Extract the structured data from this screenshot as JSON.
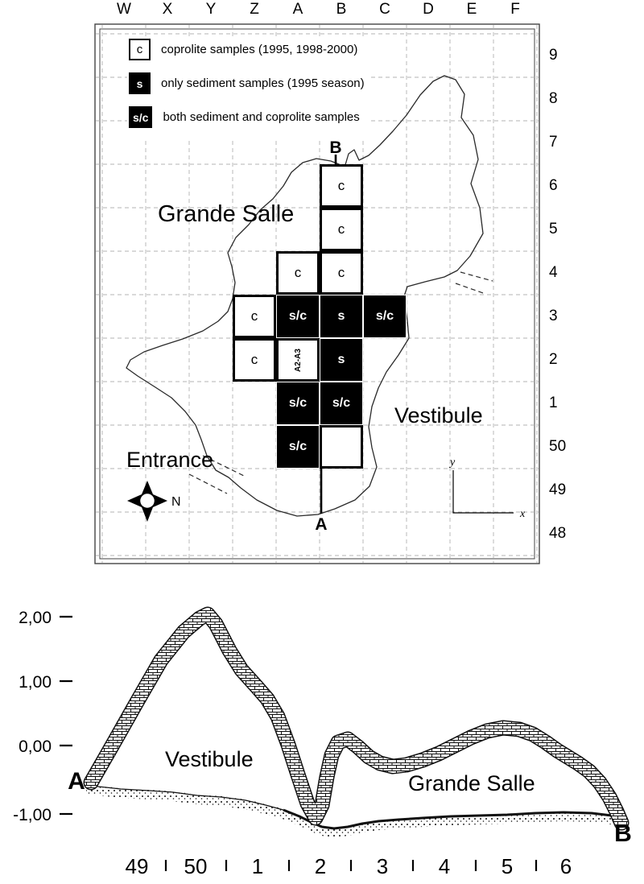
{
  "map": {
    "column_labels": [
      "W",
      "X",
      "Y",
      "Z",
      "A",
      "B",
      "C",
      "D",
      "E",
      "F"
    ],
    "row_labels": [
      "9",
      "8",
      "7",
      "6",
      "5",
      "4",
      "3",
      "2",
      "1",
      "50",
      "49",
      "48"
    ],
    "legend": [
      {
        "symbol": "c",
        "style": "white",
        "label": "coprolite samples (1995, 1998-2000)"
      },
      {
        "symbol": "s",
        "style": "black",
        "label": "only sediment samples (1995 season)"
      },
      {
        "symbol": "s/c",
        "style": "black",
        "label": "both sediment and coprolite samples"
      }
    ],
    "cells": [
      {
        "id": "B6",
        "col": "B",
        "row": "6",
        "symbol": "c",
        "style": "white"
      },
      {
        "id": "B5",
        "col": "B",
        "row": "5",
        "symbol": "c",
        "style": "white"
      },
      {
        "id": "A4",
        "col": "A",
        "row": "4",
        "symbol": "c",
        "style": "white"
      },
      {
        "id": "B4",
        "col": "B",
        "row": "4",
        "symbol": "c",
        "style": "white"
      },
      {
        "id": "Z3",
        "col": "Z",
        "row": "3",
        "symbol": "c",
        "style": "white"
      },
      {
        "id": "A3",
        "col": "A",
        "row": "3",
        "symbol": "s/c",
        "style": "black"
      },
      {
        "id": "B3",
        "col": "B",
        "row": "3",
        "symbol": "s",
        "style": "black"
      },
      {
        "id": "C3",
        "col": "C",
        "row": "3",
        "symbol": "s/c",
        "style": "black"
      },
      {
        "id": "Z2",
        "col": "Z",
        "row": "2",
        "symbol": "c",
        "style": "white"
      },
      {
        "id": "A2",
        "col": "A",
        "row": "2",
        "symbol": "A2-A3",
        "style": "white",
        "rotated": true
      },
      {
        "id": "B2",
        "col": "B",
        "row": "2",
        "symbol": "s",
        "style": "black"
      },
      {
        "id": "A1",
        "col": "A",
        "row": "1",
        "symbol": "s/c",
        "style": "black"
      },
      {
        "id": "B1",
        "col": "B",
        "row": "1",
        "symbol": "s/c",
        "style": "black"
      },
      {
        "id": "A50",
        "col": "A",
        "row": "50",
        "symbol": "s/c",
        "style": "black"
      },
      {
        "id": "B50",
        "col": "B",
        "row": "50",
        "symbol": "",
        "style": "white"
      }
    ],
    "area_labels": {
      "grande_salle": "Grande Salle",
      "vestibule": "Vestibule",
      "entrance": "Entrance"
    },
    "section_markers": {
      "top": "B",
      "bottom": "A"
    },
    "compass_label": "N",
    "axis_labels": {
      "x": "x",
      "y": "y"
    }
  },
  "profile": {
    "y_axis_labels": [
      "2,00",
      "1,00",
      "0,00",
      "-1,00"
    ],
    "x_axis_labels": [
      "49",
      "50",
      "1",
      "2",
      "3",
      "4",
      "5",
      "6"
    ],
    "endpoint_labels": {
      "left": "A",
      "right": "B"
    },
    "area_labels": {
      "vestibule": "Vestibule",
      "grande_salle": "Grande Salle"
    }
  }
}
